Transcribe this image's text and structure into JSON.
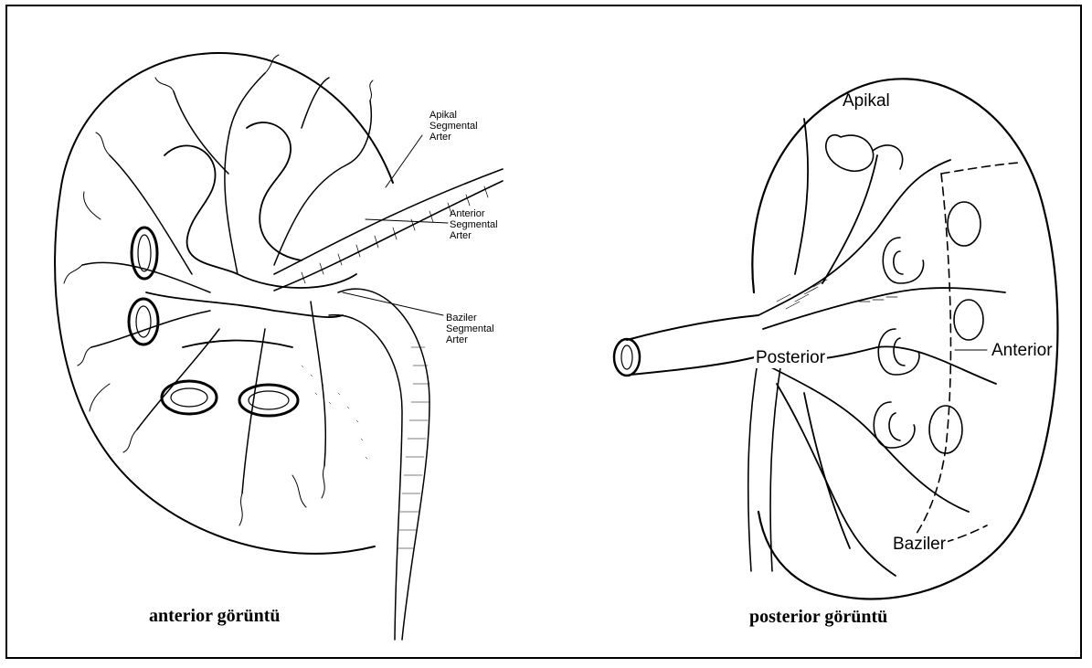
{
  "anterior_view": {
    "caption": "anterior görüntü",
    "labels": {
      "apikal": [
        "Apikal",
        "Segmental",
        "Arter"
      ],
      "anterior": [
        "Anterior",
        "Segmental",
        "Arter"
      ],
      "baziler": [
        "Baziler",
        "Segmental",
        "Arter"
      ]
    }
  },
  "posterior_view": {
    "caption": "posterior görüntü",
    "labels": {
      "apikal": "Apikal",
      "posterior": "Posterior",
      "anterior": "Anterior",
      "baziler": "Baziler"
    }
  },
  "colors": {
    "ink": "#000000",
    "background": "#ffffff"
  }
}
